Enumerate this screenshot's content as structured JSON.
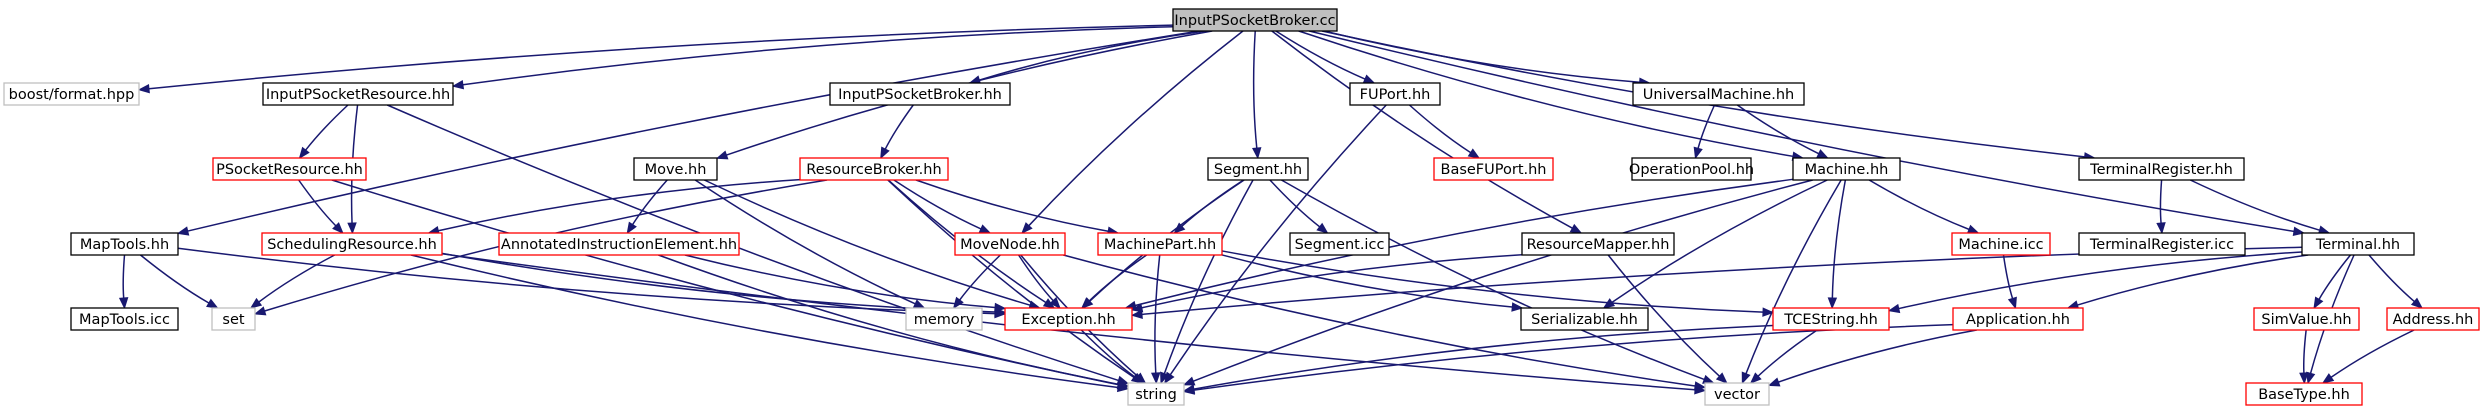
{
  "colors": {
    "root_fill": "#bfbfbf",
    "root_border": "#000000",
    "documented_border": "#000000",
    "undocumented_border": "#ff0000",
    "system_border": "#bfbfbf",
    "edge": "#191970"
  },
  "nodes": [
    {
      "id": "root",
      "label": "InputPSocketBroker.cc",
      "kind": "root"
    },
    {
      "id": "boost_format",
      "label": "boost/format.hpp",
      "kind": "system"
    },
    {
      "id": "maptools_hh",
      "label": "MapTools.hh",
      "kind": "documented"
    },
    {
      "id": "inputpsocketresource_hh",
      "label": "InputPSocketResource.hh",
      "kind": "documented"
    },
    {
      "id": "move_hh",
      "label": "Move.hh",
      "kind": "documented"
    },
    {
      "id": "inputpsocketbroker_hh",
      "label": "InputPSocketBroker.hh",
      "kind": "documented"
    },
    {
      "id": "movenode_hh",
      "label": "MoveNode.hh",
      "kind": "undocumented"
    },
    {
      "id": "segment_hh",
      "label": "Segment.hh",
      "kind": "documented"
    },
    {
      "id": "fuport_hh",
      "label": "FUPort.hh",
      "kind": "documented"
    },
    {
      "id": "resourcemapper_hh",
      "label": "ResourceMapper.hh",
      "kind": "documented"
    },
    {
      "id": "universalmachine_hh",
      "label": "UniversalMachine.hh",
      "kind": "documented"
    },
    {
      "id": "machine_hh",
      "label": "Machine.hh",
      "kind": "documented"
    },
    {
      "id": "terminalregister_hh",
      "label": "TerminalRegister.hh",
      "kind": "documented"
    },
    {
      "id": "terminal_hh",
      "label": "Terminal.hh",
      "kind": "documented"
    },
    {
      "id": "psocketresource_hh",
      "label": "PSocketResource.hh",
      "kind": "undocumented"
    },
    {
      "id": "schedulingresource_hh",
      "label": "SchedulingResource.hh",
      "kind": "undocumented"
    },
    {
      "id": "annotatedinstructionelement_hh",
      "label": "AnnotatedInstructionElement.hh",
      "kind": "undocumented"
    },
    {
      "id": "resourcebroker_hh",
      "label": "ResourceBroker.hh",
      "kind": "undocumented"
    },
    {
      "id": "machinepart_hh",
      "label": "MachinePart.hh",
      "kind": "undocumented"
    },
    {
      "id": "segment_icc",
      "label": "Segment.icc",
      "kind": "documented"
    },
    {
      "id": "basefuport_hh",
      "label": "BaseFUPort.hh",
      "kind": "undocumented"
    },
    {
      "id": "operationpool_hh",
      "label": "OperationPool.hh",
      "kind": "documented"
    },
    {
      "id": "machine_icc",
      "label": "Machine.icc",
      "kind": "undocumented"
    },
    {
      "id": "terminalregister_icc",
      "label": "TerminalRegister.icc",
      "kind": "documented"
    },
    {
      "id": "maptools_icc",
      "label": "MapTools.icc",
      "kind": "documented"
    },
    {
      "id": "set",
      "label": "set",
      "kind": "system"
    },
    {
      "id": "memory",
      "label": "memory",
      "kind": "system"
    },
    {
      "id": "exception_hh",
      "label": "Exception.hh",
      "kind": "undocumented"
    },
    {
      "id": "serializable_hh",
      "label": "Serializable.hh",
      "kind": "documented"
    },
    {
      "id": "tcestring_hh",
      "label": "TCEString.hh",
      "kind": "undocumented"
    },
    {
      "id": "application_hh",
      "label": "Application.hh",
      "kind": "undocumented"
    },
    {
      "id": "simvalue_hh",
      "label": "SimValue.hh",
      "kind": "undocumented"
    },
    {
      "id": "address_hh",
      "label": "Address.hh",
      "kind": "undocumented"
    },
    {
      "id": "string",
      "label": "string",
      "kind": "system"
    },
    {
      "id": "vector",
      "label": "vector",
      "kind": "system"
    },
    {
      "id": "basetype_hh",
      "label": "BaseType.hh",
      "kind": "undocumented"
    }
  ],
  "edges": [
    [
      "root",
      "boost_format"
    ],
    [
      "root",
      "maptools_hh"
    ],
    [
      "root",
      "inputpsocketresource_hh"
    ],
    [
      "root",
      "move_hh"
    ],
    [
      "root",
      "inputpsocketbroker_hh"
    ],
    [
      "root",
      "movenode_hh"
    ],
    [
      "root",
      "segment_hh"
    ],
    [
      "root",
      "fuport_hh"
    ],
    [
      "root",
      "resourcemapper_hh"
    ],
    [
      "root",
      "universalmachine_hh"
    ],
    [
      "root",
      "machine_hh"
    ],
    [
      "root",
      "terminalregister_hh"
    ],
    [
      "root",
      "terminal_hh"
    ],
    [
      "inputpsocketresource_hh",
      "psocketresource_hh"
    ],
    [
      "inputpsocketresource_hh",
      "schedulingresource_hh"
    ],
    [
      "inputpsocketresource_hh",
      "string"
    ],
    [
      "psocketresource_hh",
      "schedulingresource_hh"
    ],
    [
      "psocketresource_hh",
      "string"
    ],
    [
      "schedulingresource_hh",
      "set"
    ],
    [
      "schedulingresource_hh",
      "exception_hh"
    ],
    [
      "schedulingresource_hh",
      "string"
    ],
    [
      "schedulingresource_hh",
      "vector"
    ],
    [
      "maptools_hh",
      "maptools_icc"
    ],
    [
      "maptools_hh",
      "set"
    ],
    [
      "maptools_hh",
      "exception_hh"
    ],
    [
      "move_hh",
      "annotatedinstructionelement_hh"
    ],
    [
      "move_hh",
      "memory"
    ],
    [
      "move_hh",
      "exception_hh"
    ],
    [
      "annotatedinstructionelement_hh",
      "exception_hh"
    ],
    [
      "annotatedinstructionelement_hh",
      "string"
    ],
    [
      "inputpsocketbroker_hh",
      "resourcebroker_hh"
    ],
    [
      "resourcebroker_hh",
      "set"
    ],
    [
      "resourcebroker_hh",
      "schedulingresource_hh"
    ],
    [
      "resourcebroker_hh",
      "movenode_hh"
    ],
    [
      "resourcebroker_hh",
      "machinepart_hh"
    ],
    [
      "resourcebroker_hh",
      "exception_hh"
    ],
    [
      "resourcebroker_hh",
      "string"
    ],
    [
      "movenode_hh",
      "memory"
    ],
    [
      "movenode_hh",
      "exception_hh"
    ],
    [
      "movenode_hh",
      "string"
    ],
    [
      "movenode_hh",
      "vector"
    ],
    [
      "segment_hh",
      "machinepart_hh"
    ],
    [
      "segment_hh",
      "segment_icc"
    ],
    [
      "segment_hh",
      "exception_hh"
    ],
    [
      "segment_hh",
      "string"
    ],
    [
      "segment_hh",
      "vector"
    ],
    [
      "machinepart_hh",
      "exception_hh"
    ],
    [
      "machinepart_hh",
      "serializable_hh"
    ],
    [
      "machinepart_hh",
      "tcestring_hh"
    ],
    [
      "machinepart_hh",
      "string"
    ],
    [
      "fuport_hh",
      "basefuport_hh"
    ],
    [
      "fuport_hh",
      "string"
    ],
    [
      "resourcemapper_hh",
      "exception_hh"
    ],
    [
      "resourcemapper_hh",
      "vector"
    ],
    [
      "universalmachine_hh",
      "operationpool_hh"
    ],
    [
      "universalmachine_hh",
      "machine_hh"
    ],
    [
      "machine_hh",
      "exception_hh"
    ],
    [
      "machine_hh",
      "serializable_hh"
    ],
    [
      "machine_hh",
      "tcestring_hh"
    ],
    [
      "machine_hh",
      "machine_icc"
    ],
    [
      "machine_hh",
      "string"
    ],
    [
      "machine_hh",
      "vector"
    ],
    [
      "machine_icc",
      "application_hh"
    ],
    [
      "terminalregister_hh",
      "terminalregister_icc"
    ],
    [
      "terminalregister_hh",
      "terminal_hh"
    ],
    [
      "terminal_hh",
      "exception_hh"
    ],
    [
      "terminal_hh",
      "tcestring_hh"
    ],
    [
      "terminal_hh",
      "application_hh"
    ],
    [
      "terminal_hh",
      "simvalue_hh"
    ],
    [
      "terminal_hh",
      "address_hh"
    ],
    [
      "terminal_hh",
      "basetype_hh"
    ],
    [
      "tcestring_hh",
      "string"
    ],
    [
      "tcestring_hh",
      "vector"
    ],
    [
      "application_hh",
      "string"
    ],
    [
      "application_hh",
      "vector"
    ],
    [
      "simvalue_hh",
      "basetype_hh"
    ],
    [
      "address_hh",
      "basetype_hh"
    ],
    [
      "exception_hh",
      "string"
    ]
  ]
}
